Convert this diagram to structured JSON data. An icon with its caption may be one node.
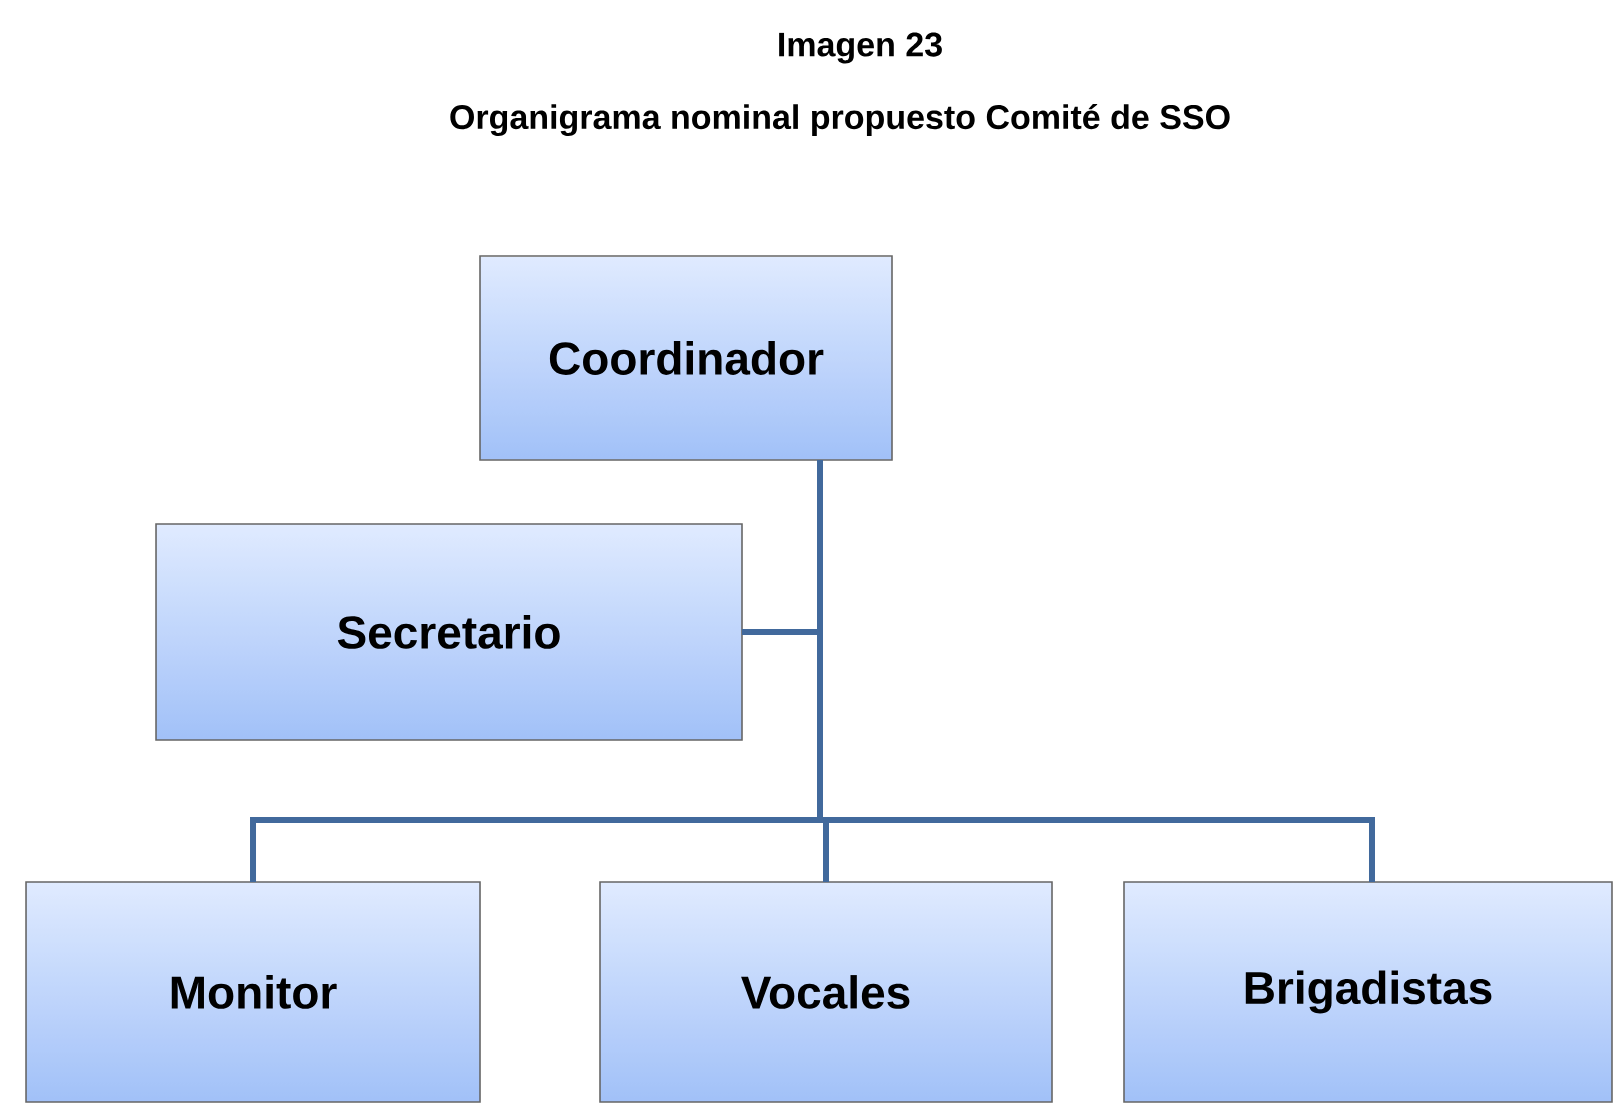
{
  "diagram": {
    "title": "Imagen 23",
    "caption": "Organigrama nominal propuesto Comité de SSO",
    "nodes": [
      {
        "text": [
          "Coordinador"
        ]
      },
      {
        "text": [
          "Secretario"
        ]
      },
      {
        "text": [
          "Monitor"
        ]
      },
      {
        "text": [
          "Vocales"
        ]
      },
      {
        "text": [
          "Brigadistas"
        ]
      }
    ],
    "edges": [
      {
        "from": 0,
        "to": 1,
        "arrow": "none"
      },
      {
        "from": 0,
        "to": 2,
        "arrow": "none"
      },
      {
        "from": 0,
        "to": 3,
        "arrow": "none"
      },
      {
        "from": 0,
        "to": 4,
        "arrow": "none"
      }
    ]
  }
}
